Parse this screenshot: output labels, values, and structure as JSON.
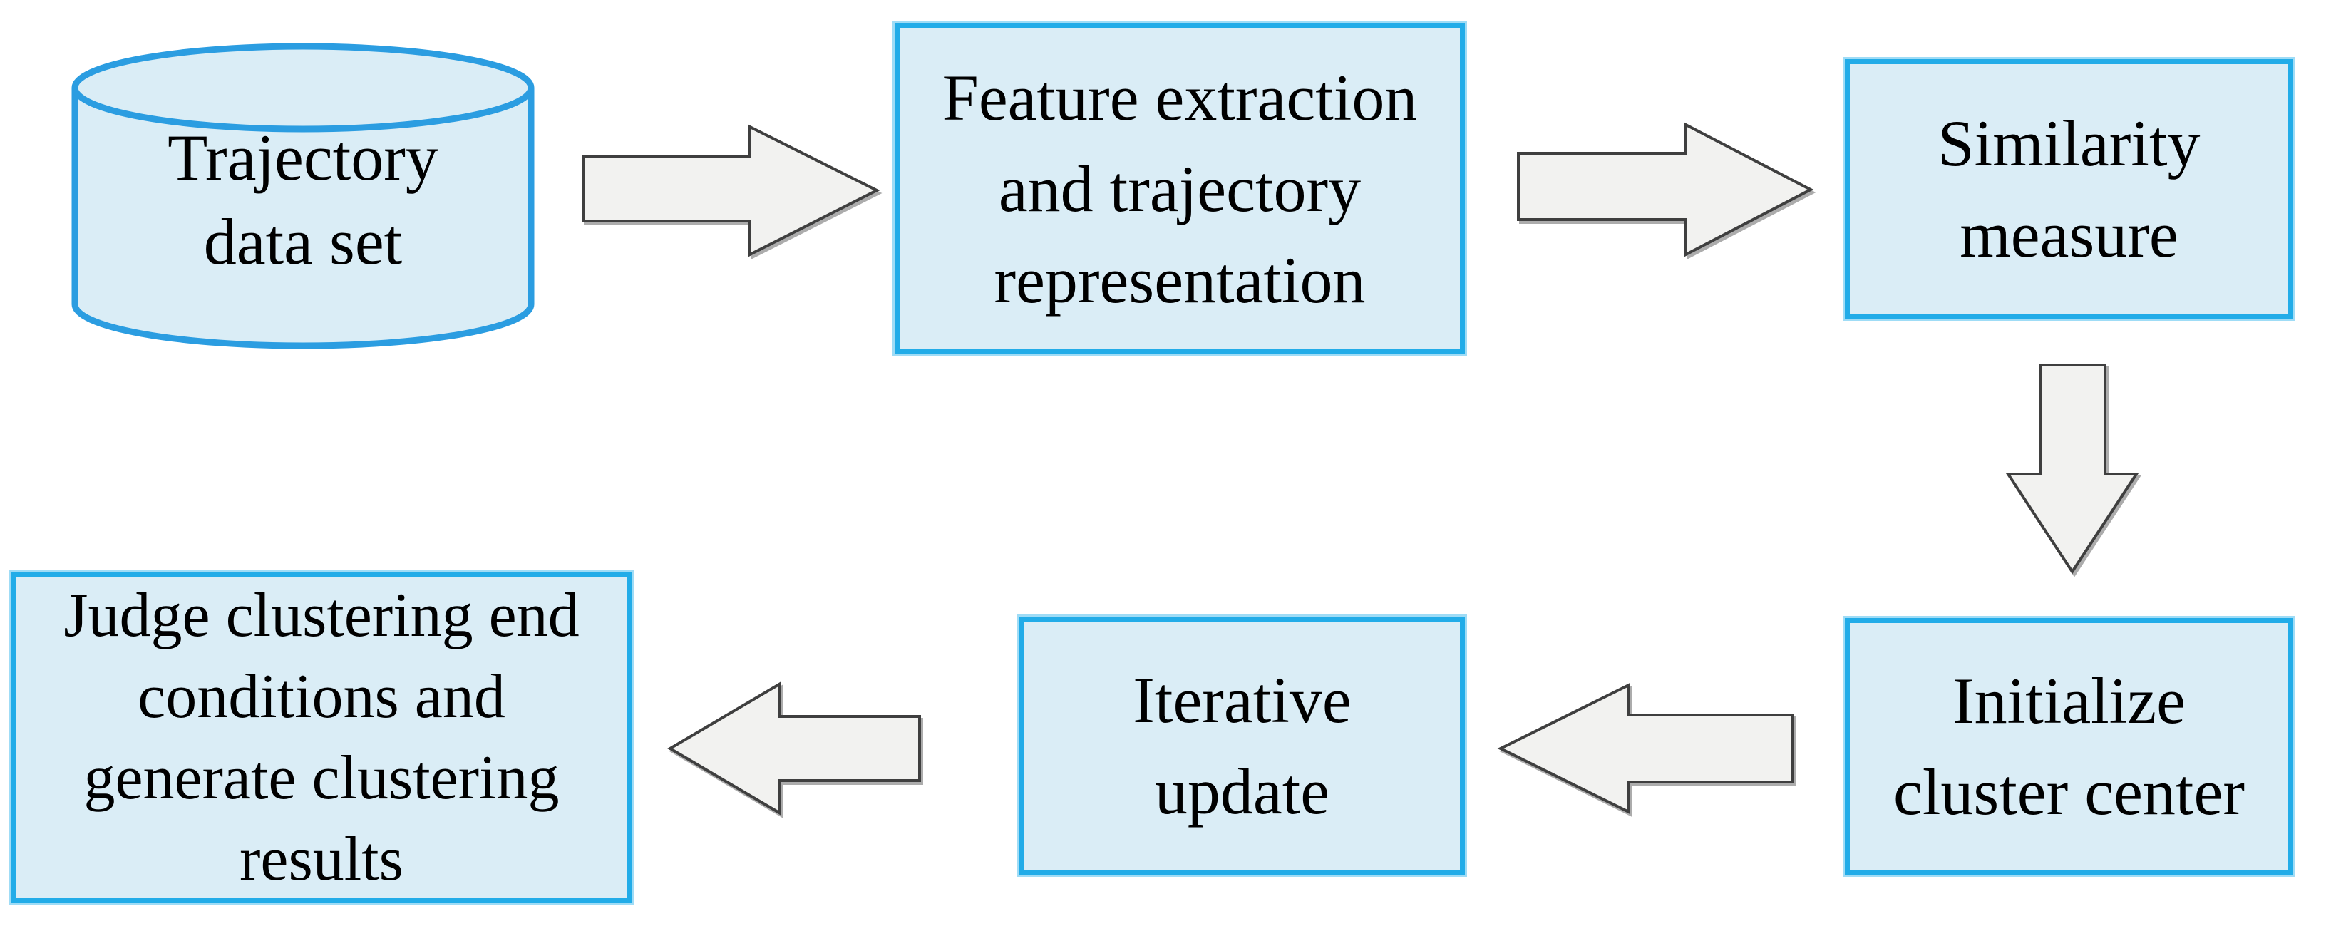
{
  "diagram": {
    "type": "flowchart",
    "nodes": {
      "trajectory": {
        "shape": "cylinder",
        "lines": [
          "Trajectory",
          "data set"
        ]
      },
      "feature": {
        "shape": "rect",
        "lines": [
          "Feature extraction",
          "and trajectory",
          "representation"
        ]
      },
      "similarity": {
        "shape": "rect",
        "lines": [
          "Similarity",
          "measure"
        ]
      },
      "initialize": {
        "shape": "rect",
        "lines": [
          "Initialize",
          "cluster center"
        ]
      },
      "iterative": {
        "shape": "rect",
        "lines": [
          "Iterative",
          "update"
        ]
      },
      "judge": {
        "shape": "rect",
        "lines": [
          "Judge clustering end",
          "conditions and",
          "generate clustering",
          "results"
        ]
      }
    },
    "arrows": [
      {
        "name": "arrow-trajectory-to-feature",
        "direction": "right"
      },
      {
        "name": "arrow-feature-to-similarity",
        "direction": "right"
      },
      {
        "name": "arrow-similarity-to-initialize",
        "direction": "down"
      },
      {
        "name": "arrow-initialize-to-iterative",
        "direction": "left"
      },
      {
        "name": "arrow-iterative-to-judge",
        "direction": "left"
      }
    ],
    "colors": {
      "background": "#ffffff",
      "node_fill": "#daedf6",
      "node_border": "#22ace8",
      "cylinder_border": "#2b9de1",
      "arrow_fill": "#f2f2f0",
      "arrow_outline": "#3f3f3f",
      "text": "#000000"
    }
  }
}
